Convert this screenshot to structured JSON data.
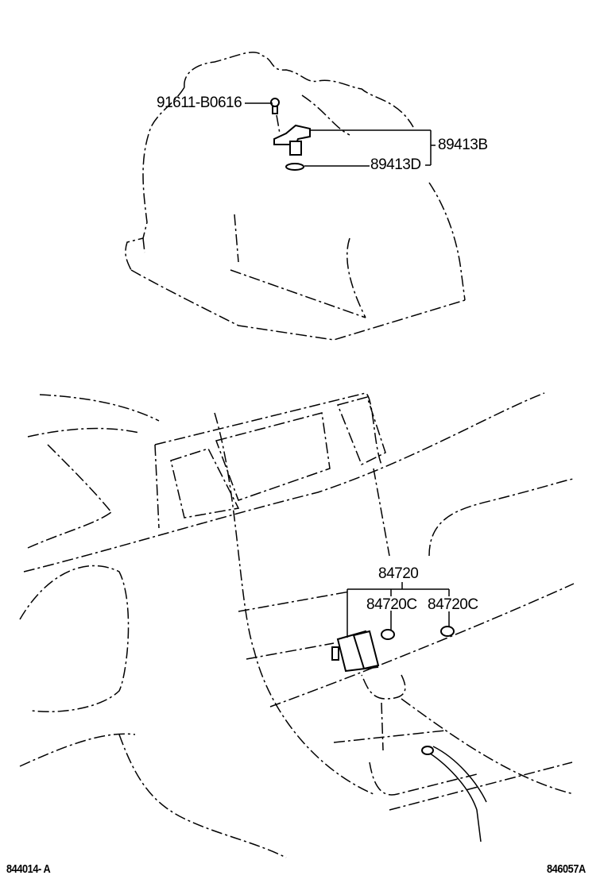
{
  "upper_assembly": {
    "bolt_part": "91611-B0616",
    "sensor_part": "89413B",
    "oring_part": "89413D"
  },
  "lower_assembly": {
    "module_part": "84720",
    "clip_parts": [
      "84720C",
      "84720C"
    ]
  },
  "footer": {
    "left_code": "844014- A",
    "right_code": "846057A"
  }
}
